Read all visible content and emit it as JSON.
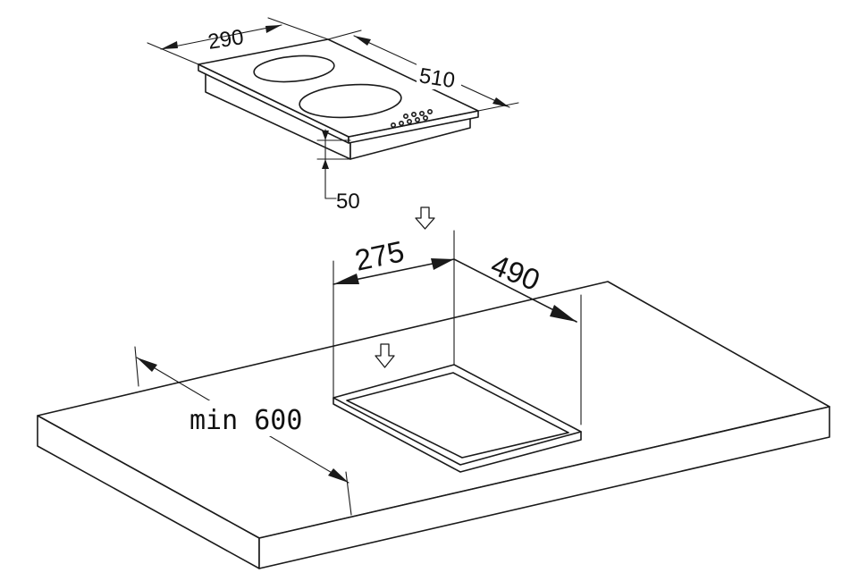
{
  "dimensions": {
    "hob_width": "290",
    "hob_depth": "510",
    "hob_height": "50",
    "cutout_width": "275",
    "cutout_depth": "490",
    "worktop_min_depth": "min 600"
  },
  "colors": {
    "line": "#1a1a1a",
    "background": "#ffffff"
  },
  "icons": [
    "down-arrow-icon",
    "down-arrow-icon"
  ]
}
